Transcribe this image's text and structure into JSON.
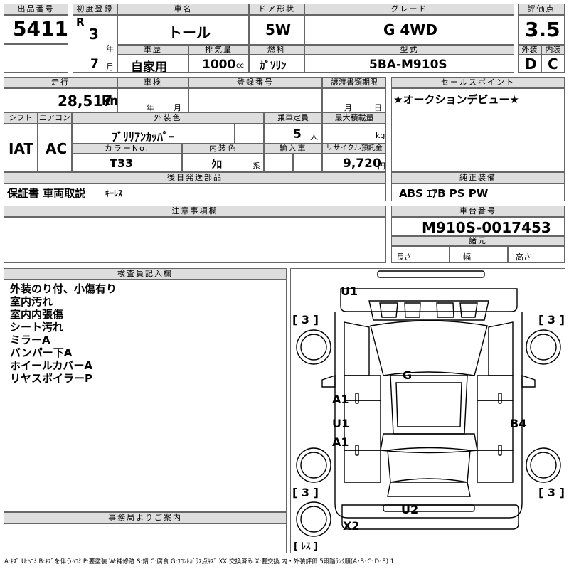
{
  "headers": {
    "lot_no": "出品番号",
    "first_reg": "初度登録",
    "car_name": "車名",
    "door": "ドア形状",
    "grade": "グレード",
    "score": "評価点",
    "history": "車歴",
    "displacement": "排気量",
    "fuel": "燃料",
    "model": "型式",
    "exterior": "外装",
    "interior": "内装",
    "mileage": "走行",
    "inspection": "車検",
    "reg_no": "登録番号",
    "transfer_deadline": "譲渡書類期限",
    "sales_point": "セールスポイント",
    "shift": "シフト",
    "aircon": "エアコン",
    "ext_color": "外装色",
    "capacity": "乗車定員",
    "max_load": "最大積載量",
    "color_no": "カラーNo.",
    "int_color": "内装色",
    "import": "輸入車",
    "recycle": "リサイクル預託金",
    "later_parts": "後日発送部品",
    "equipment": "純正装備",
    "caution": "注意事項欄",
    "chassis_no": "車台番号",
    "specs": "諸元",
    "inspector": "検査員記入欄",
    "office": "事務局よりご案内"
  },
  "lot_no": "5411",
  "era": "R",
  "reg_year": "3",
  "year_unit": "年",
  "reg_month": "7",
  "month_unit": "月",
  "car_name": "トール",
  "door": "5W",
  "grade": "G 4WD",
  "score": "3.5",
  "history": "自家用",
  "displacement": "1000",
  "cc": "cc",
  "fuel": "ｶﾞｿﾘﾝ",
  "model": "5BA-M910S",
  "exterior_score": "D",
  "interior_score": "C",
  "mileage": "28,517",
  "km": "km",
  "insp_year": "年",
  "insp_month": "月",
  "deadline_month": "月",
  "deadline_day": "日",
  "sales_point": "★オークションデビュー★",
  "shift": "IAT",
  "aircon": "AC",
  "ext_color": "ﾌﾞﾘﾘｱﾝｶｯﾊﾟｰ",
  "capacity": "5",
  "capacity_unit": "人",
  "kg": "kg",
  "color_no": "T33",
  "int_color": "ｸﾛ",
  "kei": "系",
  "recycle": "9,720",
  "yen": "円",
  "later_parts_main": "保証書 車両取説",
  "later_parts_sub": "ｷｰﾚｽ",
  "equipment": "ABS ｴｱB PS PW",
  "chassis_no": "M910S-0017453",
  "spec_length": "長さ",
  "spec_width": "幅",
  "spec_height": "高さ",
  "inspector_notes": [
    "外装のり付、小傷有り",
    "室内汚れ",
    "室内内張傷",
    "シート汚れ",
    "ミラーA",
    "バンパー下A",
    "ホイールカバーA",
    "リヤスポイラーP"
  ],
  "diagram": {
    "marks": {
      "u1_top": "U1",
      "g": "G",
      "a1_upper": "A1",
      "u1_mid": "U1",
      "a1_lower": "A1",
      "b4": "B4",
      "u2": "U2",
      "x2": "X2"
    },
    "tire_tl": "[ 3 ]",
    "tire_tr": "[ 3 ]",
    "tire_bl": "[ 3 ]",
    "tire_br": "[ 3 ]",
    "spare": "[ ﾚｽ ]"
  },
  "legend": "A:ｷｽﾞ U:ﾍｺﾐ B:ｷｽﾞを伴うﾍｺﾐ P:要塗装 W:補修跡 S:錆 C:腐食 G:ﾌﾛﾝﾄｶﾞﾗｽ点ｷｽﾞ XX:交換済み X:要交換 内・外装評価 5段階ﾗﾝｸ順(A･B･C･D･E) 1"
}
